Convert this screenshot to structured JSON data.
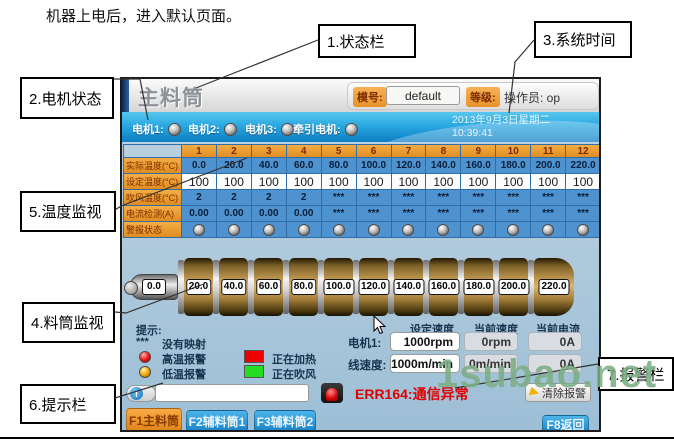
{
  "intro": "机器上电后，进入默认页面。",
  "watermark": "1subao.net",
  "callouts": {
    "c1": "1.状态栏",
    "c2": "2.电机状态",
    "c3": "3.系统时间",
    "c4": "4.料筒监视",
    "c5": "5.温度监视",
    "c6": "6.提示栏",
    "c7": "7.报警栏"
  },
  "screen": {
    "title": "主料筒",
    "header": {
      "model_label": "模号:",
      "model_value": "default",
      "level_label": "等级:",
      "operator": "操作员: op"
    },
    "motors": {
      "m1": "电机1:",
      "m2": "电机2:",
      "m3": "电机3:",
      "m4": "牵引电机:"
    },
    "datetime": {
      "date": "2013年9月3日星期二",
      "time": "10:39:41"
    },
    "table": {
      "columns": [
        "1",
        "2",
        "3",
        "4",
        "5",
        "6",
        "7",
        "8",
        "9",
        "10",
        "11",
        "12"
      ],
      "rows": [
        {
          "label": "实际温度(°C)",
          "values": [
            "0.0",
            "20.0",
            "40.0",
            "60.0",
            "80.0",
            "100.0",
            "120.0",
            "140.0",
            "160.0",
            "180.0",
            "200.0",
            "220.0"
          ]
        },
        {
          "label": "设定温度(°C)",
          "values": [
            "100",
            "100",
            "100",
            "100",
            "100",
            "100",
            "100",
            "100",
            "100",
            "100",
            "100",
            "100"
          ]
        },
        {
          "label": "吹风温度(°C)",
          "values": [
            "2",
            "2",
            "2",
            "2",
            "***",
            "***",
            "***",
            "***",
            "***",
            "***",
            "***",
            "***"
          ]
        },
        {
          "label": "电流检测(A)",
          "values": [
            "0.00",
            "0.00",
            "0.00",
            "0.00",
            "***",
            "***",
            "***",
            "***",
            "***",
            "***",
            "***",
            "***"
          ]
        },
        {
          "label": "警报状态"
        }
      ]
    },
    "barrel": {
      "nozzle": "0.0",
      "segments": [
        "20.0",
        "40.0",
        "60.0",
        "80.0",
        "100.0",
        "120.0",
        "140.0",
        "160.0",
        "180.0",
        "200.0",
        "220.0"
      ]
    },
    "hints": {
      "title": "提示:",
      "no_map_marker": "***",
      "no_map": "没有映射",
      "high_alarm": "高温报警",
      "low_alarm": "低温报警",
      "heating": "正在加热",
      "blowing": "正在吹风"
    },
    "speeds": {
      "set_header": "设定速度",
      "current_header": "当前速度",
      "amps_header": "当前电流",
      "rows": [
        {
          "label": "电机1:",
          "set": "1000rpm",
          "current": "0rpm",
          "amps": "0A"
        },
        {
          "label": "线速度:",
          "set": "1000m/min",
          "current": "0m/min",
          "amps": "0A"
        }
      ]
    },
    "alarm": {
      "error": "ERR164:通信异常",
      "clear": "清除报警"
    },
    "tabs": {
      "f1": "F1主料筒",
      "f2": "F2辅料筒1",
      "f3": "F3辅料筒2",
      "f8": "F8返回"
    },
    "colors": {
      "accent_orange": "#ED9C38",
      "tab_blue": "#2E9BD6",
      "error_red": "#E00000",
      "heating_red": "#EE0000",
      "blowing_green": "#22DD22"
    }
  }
}
